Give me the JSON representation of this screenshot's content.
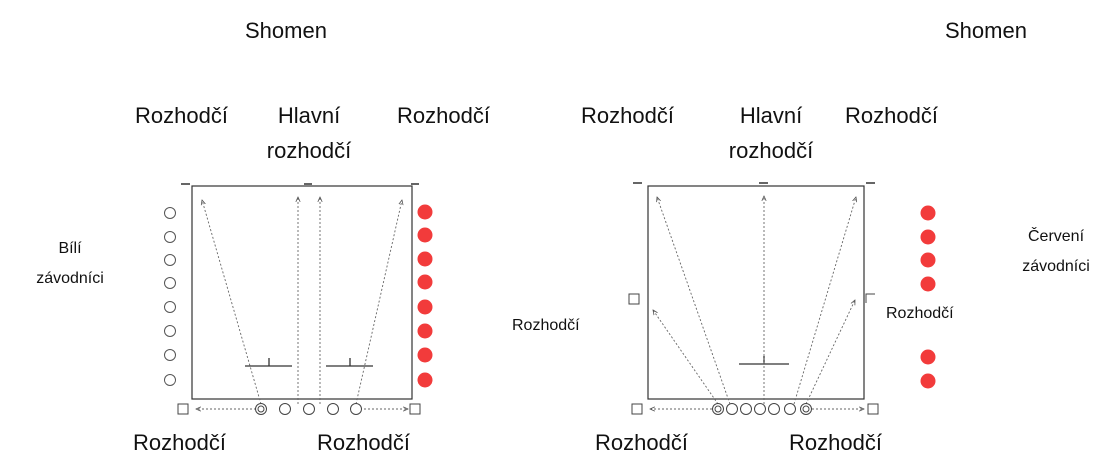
{
  "labels": {
    "shomen": "Shomen",
    "rozhodci": "Rozhodčí",
    "hlavni_line1": "Hlavní",
    "hlavni_line2": "rozhodčí",
    "bili_line1": "Bílí",
    "bili_line2": "závodníci",
    "cerveni_line1": "Červení",
    "cerveni_line2": "závodníci"
  },
  "colors": {
    "red": "#f23b3b",
    "line": "#555555",
    "text": "#111111"
  }
}
